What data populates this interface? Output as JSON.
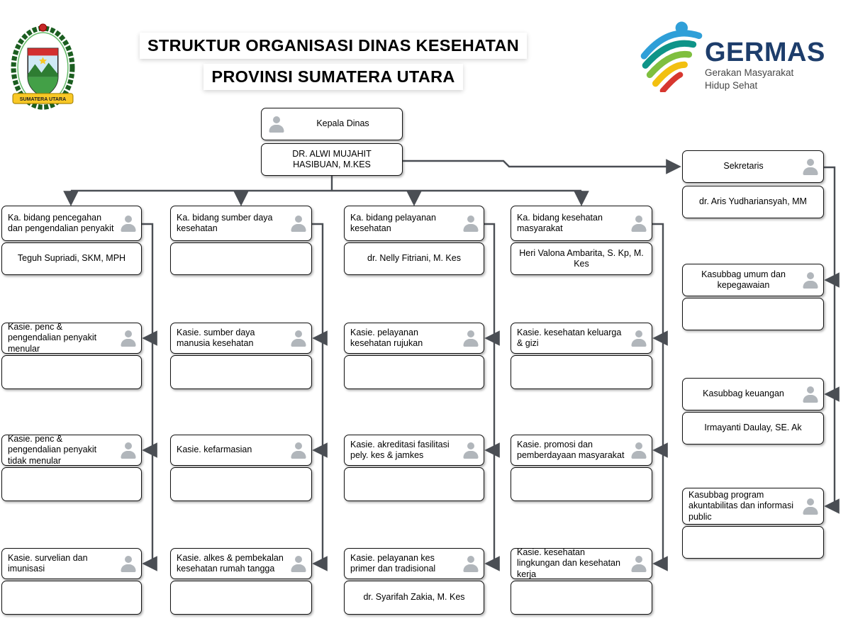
{
  "header": {
    "title_line1": "STRUKTUR ORGANISASI DINAS KESEHATAN",
    "title_line2": "PROVINSI SUMATERA UTARA",
    "left_logo_banner": "SUMATERA UTARA",
    "germas": {
      "wordmark": "GERMAS",
      "tagline_line1": "Gerakan Masyarakat",
      "tagline_line2": "Hidup Sehat"
    }
  },
  "org": {
    "kepala": {
      "title": "Kepala Dinas",
      "name": "DR. ALWI MUJAHIT HASIBUAN, M.KES"
    },
    "sekretaris": {
      "title": "Sekretaris",
      "name": "dr. Aris Yudhariansyah, MM"
    },
    "bidang": [
      {
        "title": "Ka. bidang pencegahan dan pengendalian penyakit",
        "name": "Teguh Supriadi, SKM, MPH"
      },
      {
        "title": "Ka. bidang sumber daya kesehatan",
        "name": ""
      },
      {
        "title": "Ka. bidang pelayanan kesehatan",
        "name": "dr. Nelly Fitriani, M. Kes"
      },
      {
        "title": "Ka. bidang kesehatan masyarakat",
        "name": "Heri Valona Ambarita, S. Kp, M. Kes"
      }
    ],
    "kasie": [
      [
        {
          "title": "Kasie. penc & pengendalian penyakit menular",
          "name": ""
        },
        {
          "title": "Kasie. penc & pengendalian penyakit tidak menular",
          "name": ""
        },
        {
          "title": "Kasie. survelian dan imunisasi",
          "name": ""
        }
      ],
      [
        {
          "title": "Kasie. sumber daya manusia kesehatan",
          "name": ""
        },
        {
          "title": "Kasie. kefarmasian",
          "name": ""
        },
        {
          "title": "Kasie. alkes & pembekalan kesehatan rumah tangga",
          "name": ""
        }
      ],
      [
        {
          "title": "Kasie. pelayanan kesehatan rujukan",
          "name": ""
        },
        {
          "title": "Kasie. akreditasi fasilitasi pely. kes & jamkes",
          "name": ""
        },
        {
          "title": "Kasie. pelayanan kes primer dan tradisional",
          "name": "dr. Syarifah Zakia, M. Kes"
        }
      ],
      [
        {
          "title": "Kasie. kesehatan keluarga & gizi",
          "name": ""
        },
        {
          "title": "Kasie. promosi dan pemberdayaan masyarakat",
          "name": ""
        },
        {
          "title": "Kasie. kesehatan lingkungan dan kesehatan kerja",
          "name": ""
        }
      ]
    ],
    "kasubbag": [
      {
        "title": "Kasubbag umum dan kepegawaian",
        "name": ""
      },
      {
        "title": "Kasubbag keuangan",
        "name": "Irmayanti Daulay, SE. Ak"
      },
      {
        "title": "Kasubbag program akuntabilitas dan informasi public",
        "name": ""
      }
    ]
  },
  "colors": {
    "connector": "#4a4e54",
    "box_border": "#121212",
    "person_icon": "#b1b6bb",
    "germas_blue": "#1d3d6b"
  }
}
